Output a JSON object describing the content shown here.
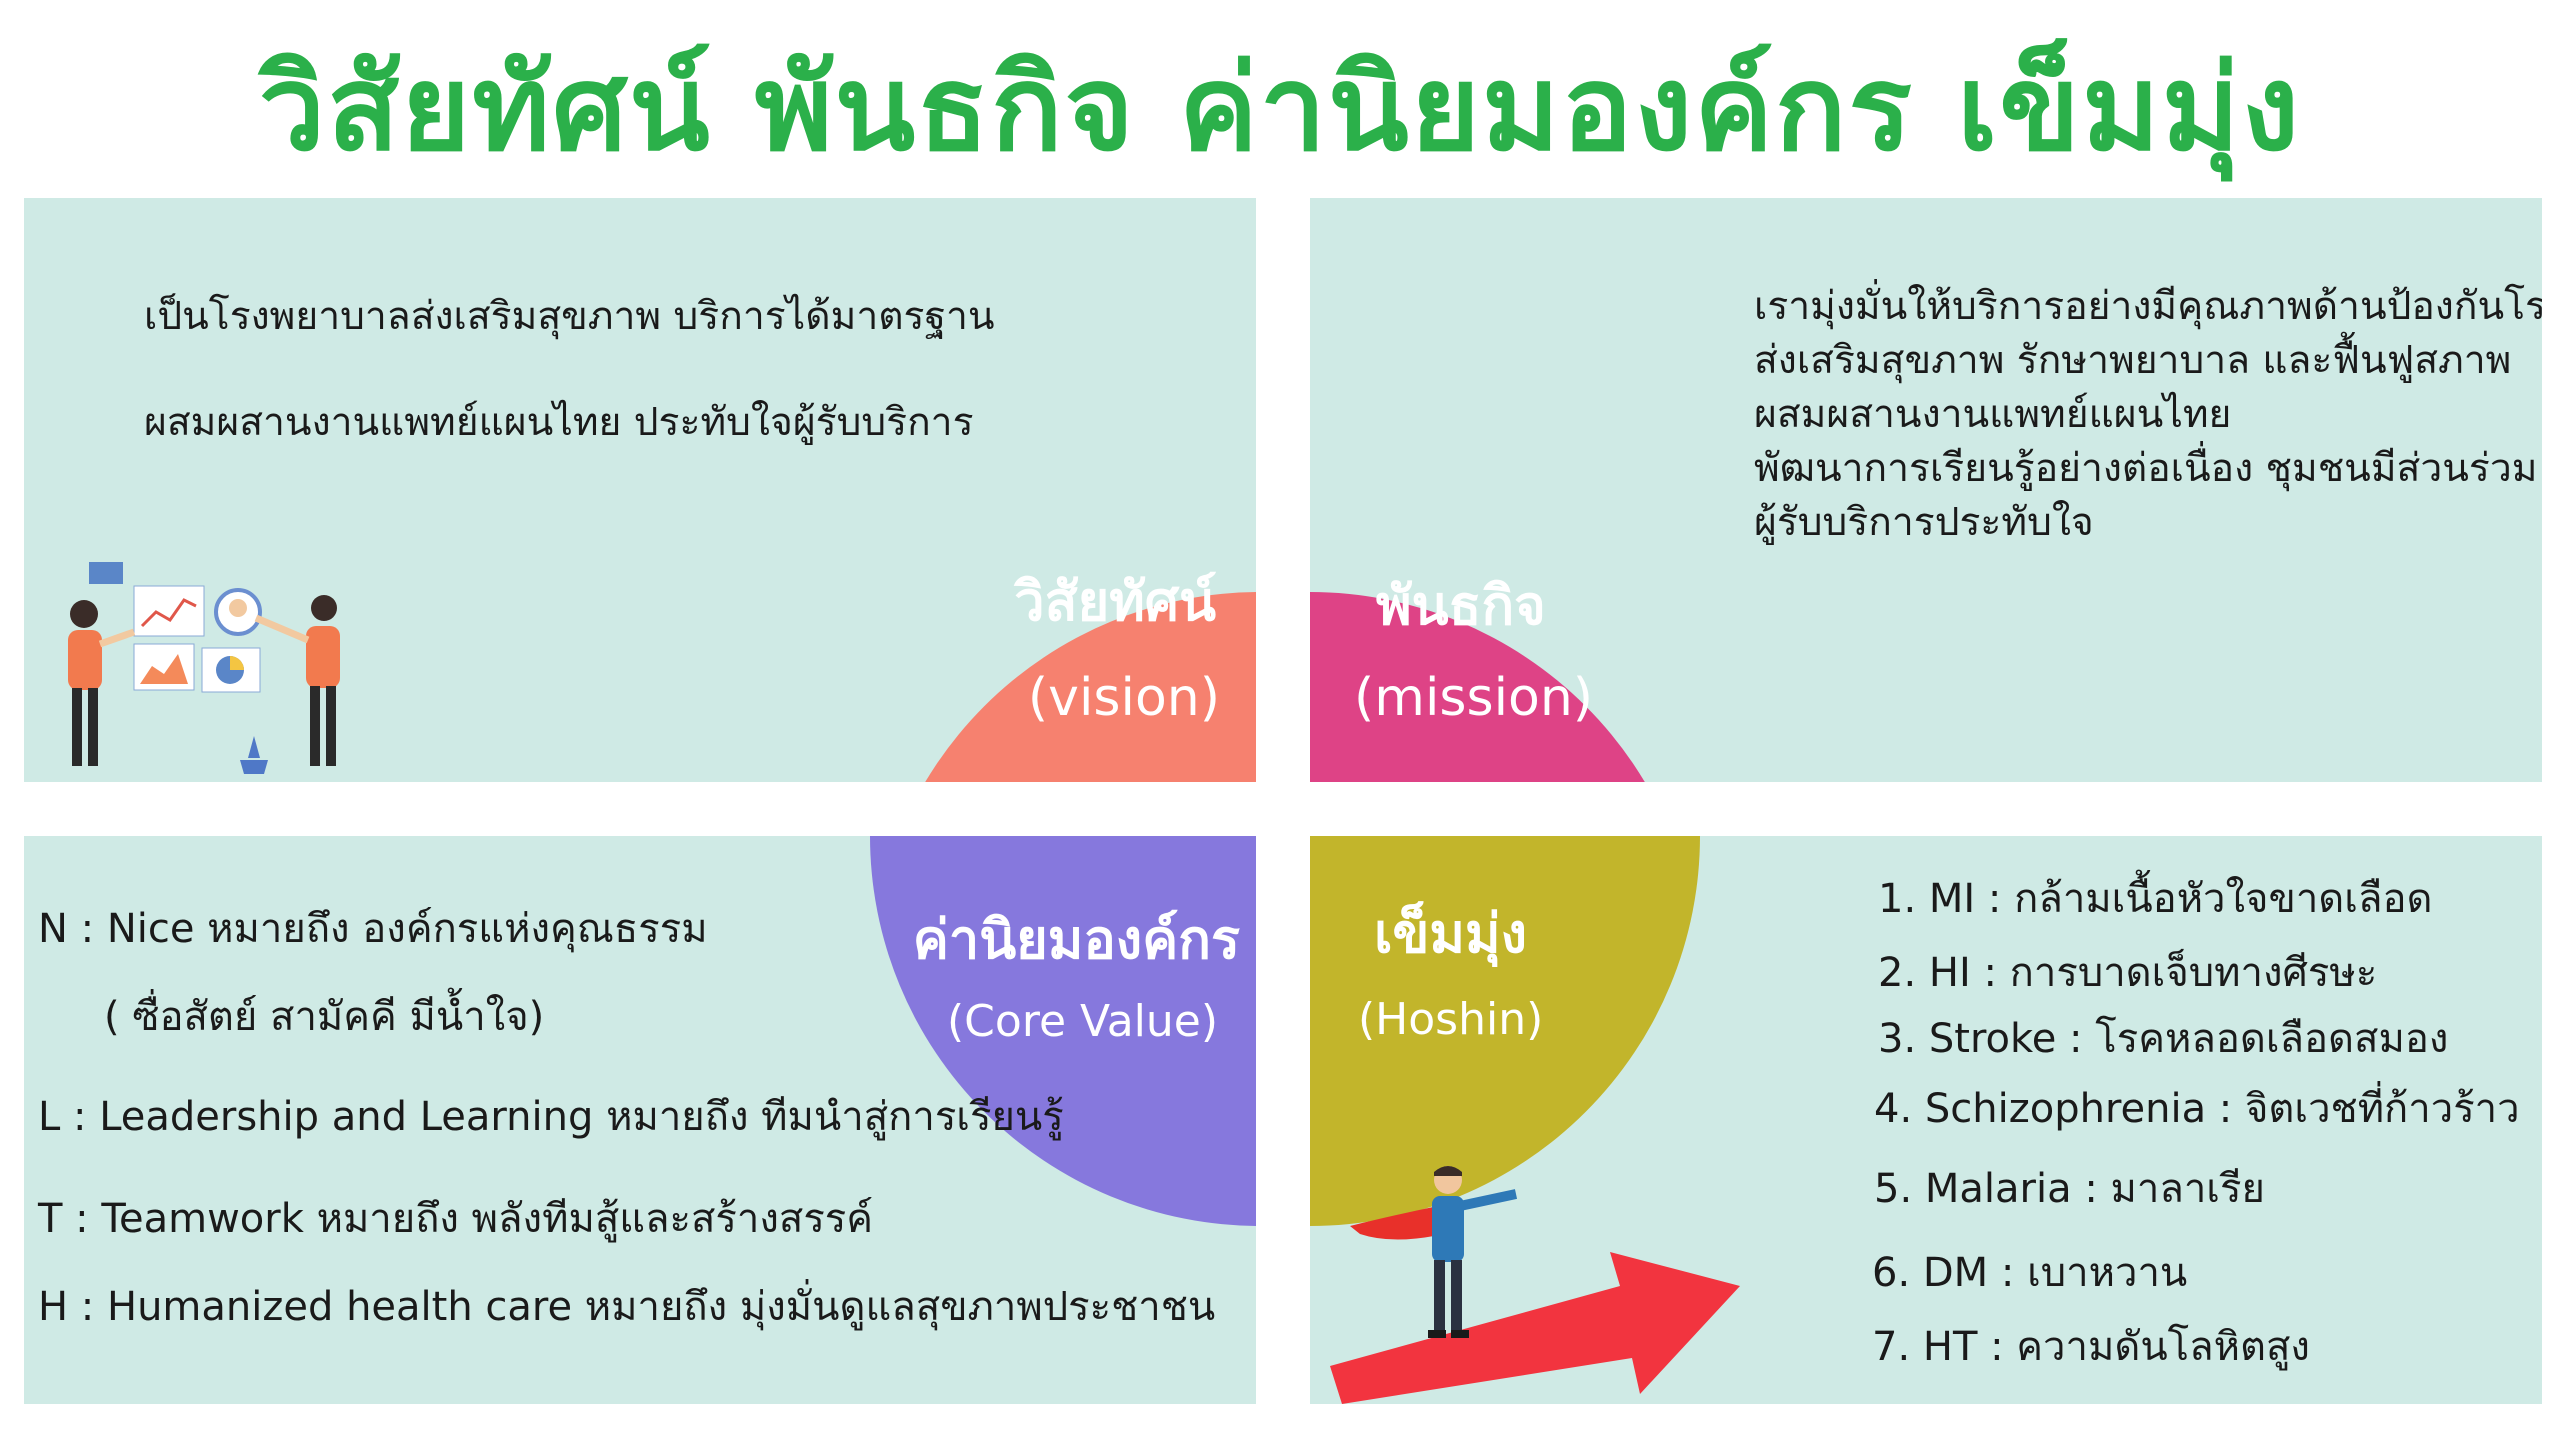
{
  "title": "วิสัยทัศน์ พันธกิจ ค่านิยมองค์กร เข็มมุ่ง",
  "colors": {
    "title": "#2bb04a",
    "panel": "#cfeae5",
    "vision": "#f6816f",
    "mission": "#de4386",
    "core_value": "#8678dd",
    "hoshin": "#c2b52b"
  },
  "vision": {
    "label": "วิสัยทัศน์",
    "sublabel": "(vision)",
    "lines": [
      "เป็นโรงพยาบาลส่งเสริมสุขภาพ บริการได้มาตรฐาน",
      "ผสมผสานงานแพทย์แผนไทย ประทับใจผู้รับบริการ"
    ]
  },
  "mission": {
    "label": "พันธกิจ",
    "sublabel": "(mission)",
    "lines": [
      "เรามุ่งมั่นให้บริการอย่างมีคุณภาพด้านป้องกันโรค",
      "ส่งเสริมสุขภาพ รักษาพยาบาล และฟื้นฟูสภาพ",
      "ผสมผสานงานแพทย์แผนไทย",
      "พัฒนาการเรียนรู้อย่างต่อเนื่อง ชุมชนมีส่วนร่วม",
      "ผู้รับบริการประทับใจ"
    ]
  },
  "core_value": {
    "label": "ค่านิยมองค์กร",
    "sublabel": "(Core Value)",
    "lines": [
      "N : Nice หมายถึง องค์กรแห่งคุณธรรม",
      "( ซื่อสัตย์ สามัคคี มีน้ำใจ)",
      "L : Leadership and Learning หมายถึง ทีมนำสู่การเรียนรู้",
      "T : Teamwork หมายถึง พลังทีมสู้และสร้างสรรค์",
      "H : Humanized health care หมายถึง มุ่งมั่นดูแลสุขภาพประชาชน"
    ]
  },
  "hoshin": {
    "label": "เข็มมุ่ง",
    "sublabel": "(Hoshin)",
    "items": [
      "1. MI : กล้ามเนื้อหัวใจขาดเลือด",
      "2. HI : การบาดเจ็บทางศีรษะ",
      "3. Stroke : โรคหลอดเลือดสมอง",
      "4. Schizophrenia : จิตเวชที่ก้าวร้าว",
      "5. Malaria : มาลาเรีย",
      "6. DM : เบาหวาน",
      "7. HT : ความดันโลหิตสูง"
    ]
  }
}
